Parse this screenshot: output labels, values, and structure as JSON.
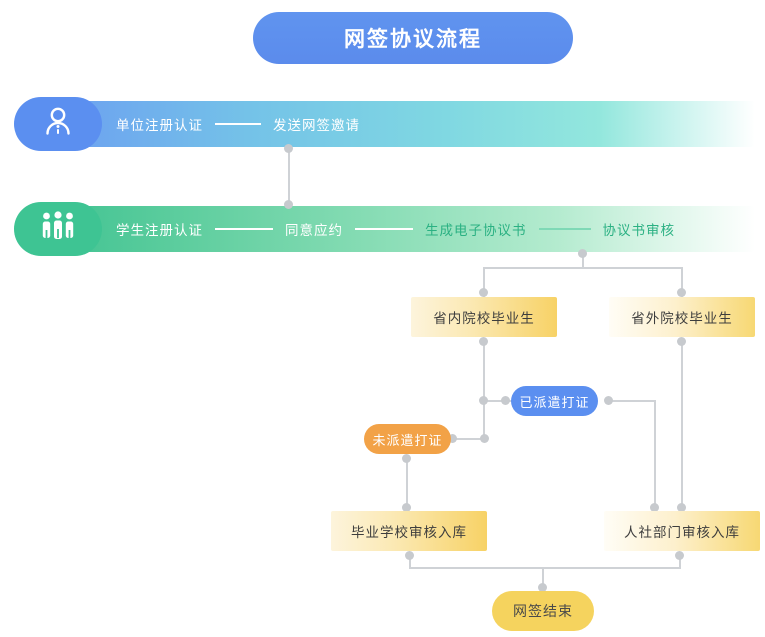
{
  "title": {
    "text": "网签协议流程"
  },
  "bands": [
    {
      "id": "employer",
      "icon": "single-person-icon",
      "badge_color": "#5b8ff0",
      "steps": [
        "单位注册认证",
        "发送网签邀请"
      ]
    },
    {
      "id": "student",
      "icon": "group-people-icon",
      "badge_color": "#3ec493",
      "steps": [
        "学生注册认证",
        "同意应约",
        "生成电子协议书",
        "协议书审核"
      ]
    }
  ],
  "nodes": {
    "province_inside": "省内院校毕业生",
    "province_outside": "省外院校毕业生",
    "dispatched": "已派遣打证",
    "undispatched": "未派遣打证",
    "school_review": "毕业学校审核入库",
    "hr_review": "人社部门审核入库",
    "end": "网签结束"
  },
  "colors": {
    "title_blue": "#5b8bec",
    "band_blue": "#6c9ff1",
    "band_green": "#41c392",
    "amber": "#f7d266",
    "pill_blue": "#5b8ff0",
    "pill_orange": "#f2a247",
    "pill_yellow": "#f5d35e",
    "connector_gray": "#cfd2d6"
  }
}
